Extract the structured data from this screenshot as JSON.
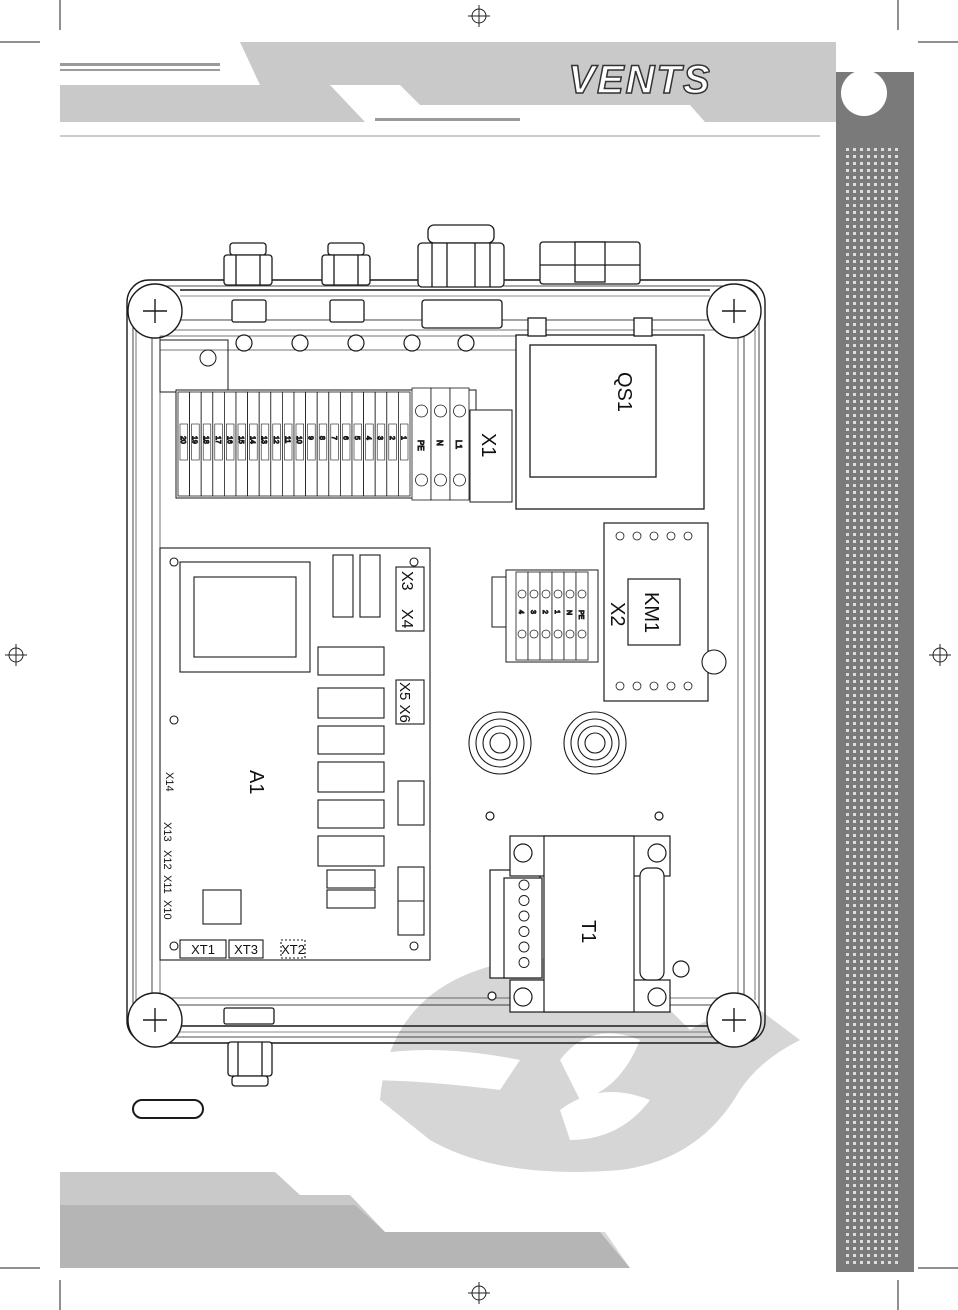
{
  "header": {
    "brand": "VENTS",
    "page_number": ""
  },
  "diagram": {
    "labels": {
      "qs1": "QS1",
      "x1": "X1",
      "km1": "KM1",
      "x2": "X2",
      "a1": "A1",
      "t1": "T1",
      "x3": "X3",
      "x4": "X4",
      "x5x6": "X5 X6",
      "x14": "X14",
      "x13": "X13",
      "x12": "X12",
      "x11": "X11",
      "x10": "X10",
      "xt1": "XT1",
      "xt3": "XT3",
      "xt2": "XT2"
    },
    "terminal_numbers": [
      "20",
      "19",
      "18",
      "17",
      "16",
      "15",
      "14",
      "13",
      "12",
      "11",
      "10",
      "9",
      "8",
      "7",
      "6",
      "5",
      "4",
      "3",
      "2",
      "1"
    ],
    "terminal_pe": "PE",
    "terminal_n": "N",
    "terminal_l1": "L1",
    "x2_terminals": [
      "4",
      "3",
      "2",
      "1",
      "N",
      "PE"
    ]
  },
  "caption_badge": "",
  "colors": {
    "gray_band": "#c9c9c9",
    "dark_band": "#8e8e8e",
    "sidebar": "#7a7a7a",
    "watermark": "#d6d6d6",
    "line": "#1a1a1a"
  }
}
